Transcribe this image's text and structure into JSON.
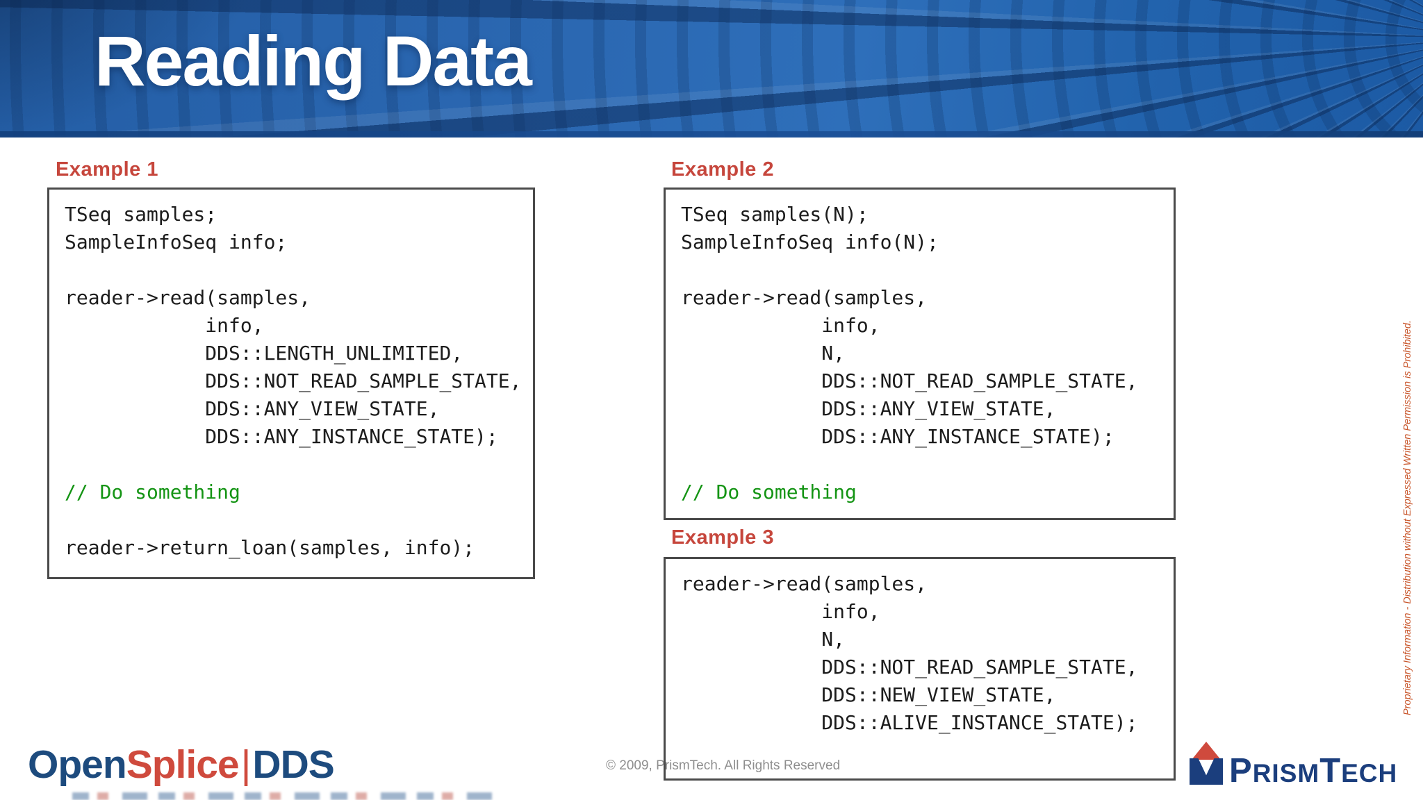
{
  "slide": {
    "title": "Reading Data",
    "examples": [
      {
        "label": "Example 1",
        "code": [
          "TSeq samples;",
          "SampleInfoSeq info;",
          "",
          "reader->read(samples,",
          "            info,",
          "            DDS::LENGTH_UNLIMITED,",
          "            DDS::NOT_READ_SAMPLE_STATE,",
          "            DDS::ANY_VIEW_STATE,",
          "            DDS::ANY_INSTANCE_STATE);",
          "",
          "// Do something",
          "",
          "reader->return_loan(samples, info);"
        ]
      },
      {
        "label": "Example 2",
        "code": [
          "TSeq samples(N);",
          "SampleInfoSeq info(N);",
          "",
          "reader->read(samples,",
          "            info,",
          "            N,",
          "            DDS::NOT_READ_SAMPLE_STATE,",
          "            DDS::ANY_VIEW_STATE,",
          "            DDS::ANY_INSTANCE_STATE);",
          "",
          "// Do something"
        ]
      },
      {
        "label": "Example 3",
        "code": [
          "reader->read(samples,",
          "            info,",
          "            N,",
          "            DDS::NOT_READ_SAMPLE_STATE,",
          "            DDS::NEW_VIEW_STATE,",
          "            DDS::ALIVE_INSTANCE_STATE);"
        ]
      }
    ],
    "side_note": "Proprietary Information - Distribution without Expressed Written Permission is Prohibited.",
    "footer": {
      "copyright": "© 2009, PrismTech. All Rights Reserved",
      "opensplice_logo": {
        "open": "Open",
        "splice": "Splice",
        "divider": "|",
        "dds": "DDS"
      },
      "prismtech_logo": {
        "p": "P",
        "rism": "RISM",
        "t": "T",
        "ech": "ECH"
      }
    },
    "colors": {
      "header_blue": "#2a67b2",
      "header_dark": "#123f7c",
      "label_red": "#c6463c",
      "comment_green": "#149414",
      "code_black": "#1c1c1c",
      "box_border": "#4a4a4a",
      "copyright_gray": "#8e8e8e",
      "note_orange": "#c8552a",
      "logo_navy": "#1d4b7e",
      "logo_red": "#cf4a3d",
      "prism_navy": "#1b3e7d"
    }
  }
}
